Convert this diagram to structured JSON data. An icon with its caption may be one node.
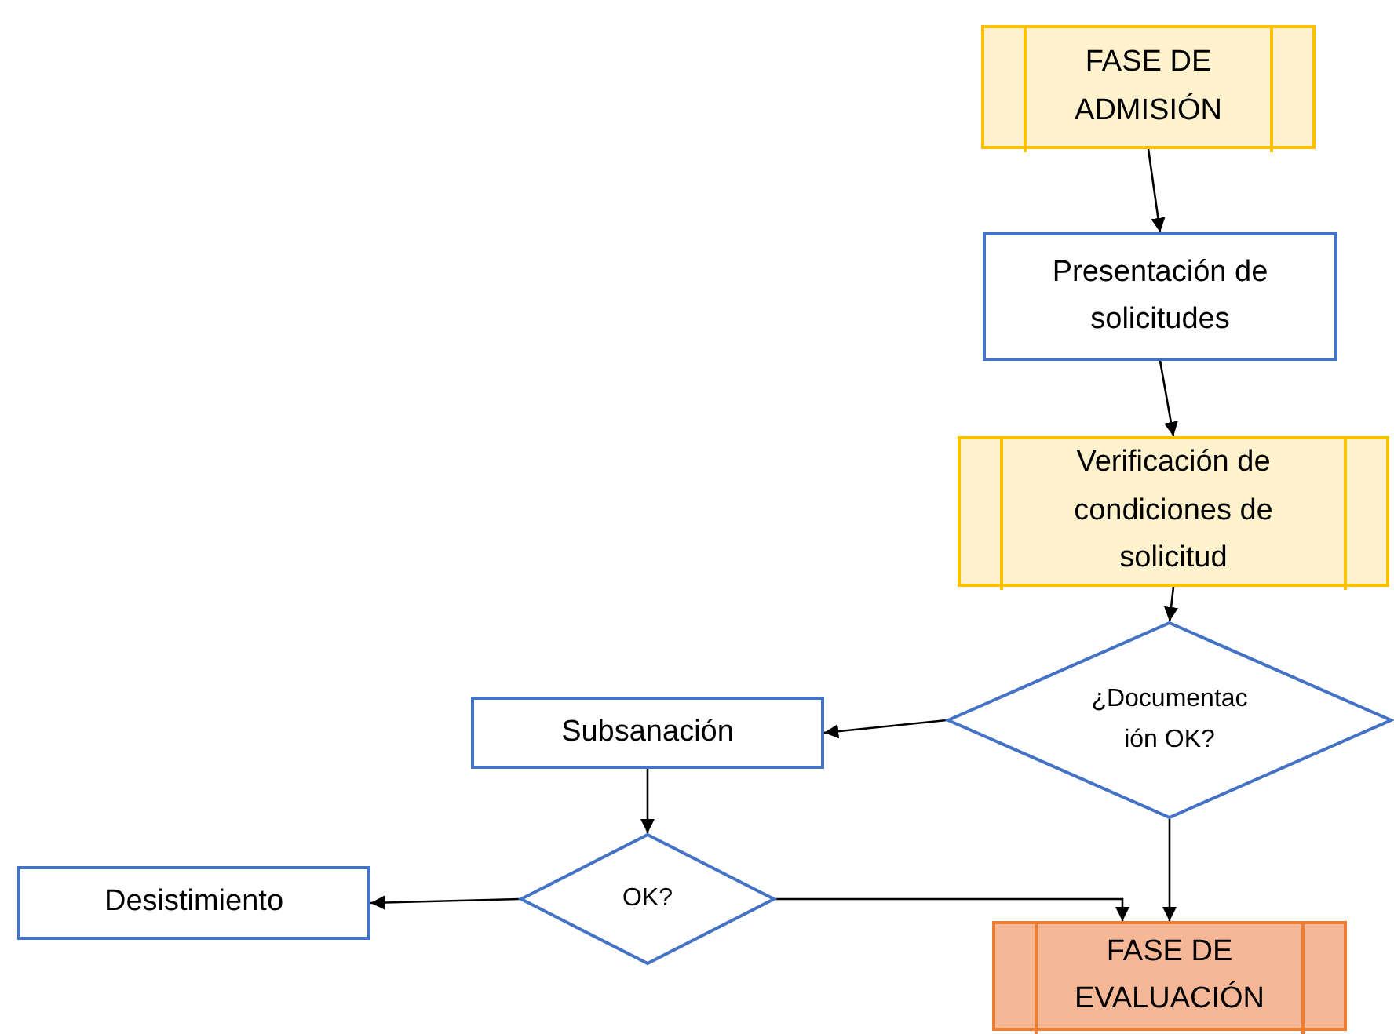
{
  "diagram": {
    "nodes": [
      {
        "text": [
          "FASE DE ADMISIÓN"
        ]
      },
      {
        "text": [
          "Presentación de solicitudes"
        ]
      },
      {
        "text": [
          "Verificación de condiciones de solicitud"
        ]
      },
      {
        "text": [
          "¿Documentación OK?"
        ]
      },
      {
        "text": [
          "Subsanación"
        ]
      },
      {
        "text": [
          "OK?"
        ]
      },
      {
        "text": [
          "Desistimiento"
        ]
      },
      {
        "text": [
          "FASE DE EVALUACIÓN"
        ]
      }
    ],
    "edges": [
      {
        "from": 0,
        "to": 1,
        "arrow": "to"
      },
      {
        "from": 1,
        "to": 2,
        "arrow": "to"
      },
      {
        "from": 2,
        "to": 3,
        "arrow": "to"
      },
      {
        "from": 3,
        "to": 4,
        "arrow": "to"
      },
      {
        "from": 3,
        "to": 7,
        "arrow": "to"
      },
      {
        "from": 4,
        "to": 5,
        "arrow": "to"
      },
      {
        "from": 5,
        "to": 6,
        "arrow": "to"
      },
      {
        "from": 5,
        "to": 7,
        "arrow": "to"
      }
    ]
  }
}
